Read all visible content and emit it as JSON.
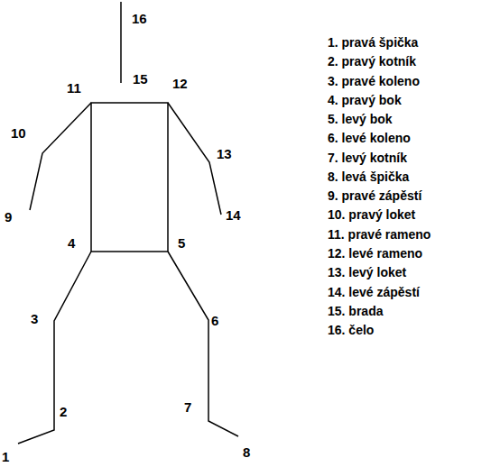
{
  "diagram": {
    "labels": [
      "16",
      "15",
      "11",
      "12",
      "10",
      "13",
      "9",
      "14",
      "4",
      "5",
      "3",
      "6",
      "2",
      "7",
      "1",
      "8",
      "1. pravá špička",
      "2. pravý kotník",
      "3. pravé koleno",
      "4. pravý bok",
      "5. levý bok",
      "6. levé koleno",
      "7. levý kotník",
      "8. levá špička",
      "9. pravé zápěstí",
      "10. pravý loket",
      "11. pravé rameno",
      "12. levé rameno",
      "13. levý loket",
      "14. levé zápěstí",
      "15. brada",
      "16. čelo"
    ]
  }
}
